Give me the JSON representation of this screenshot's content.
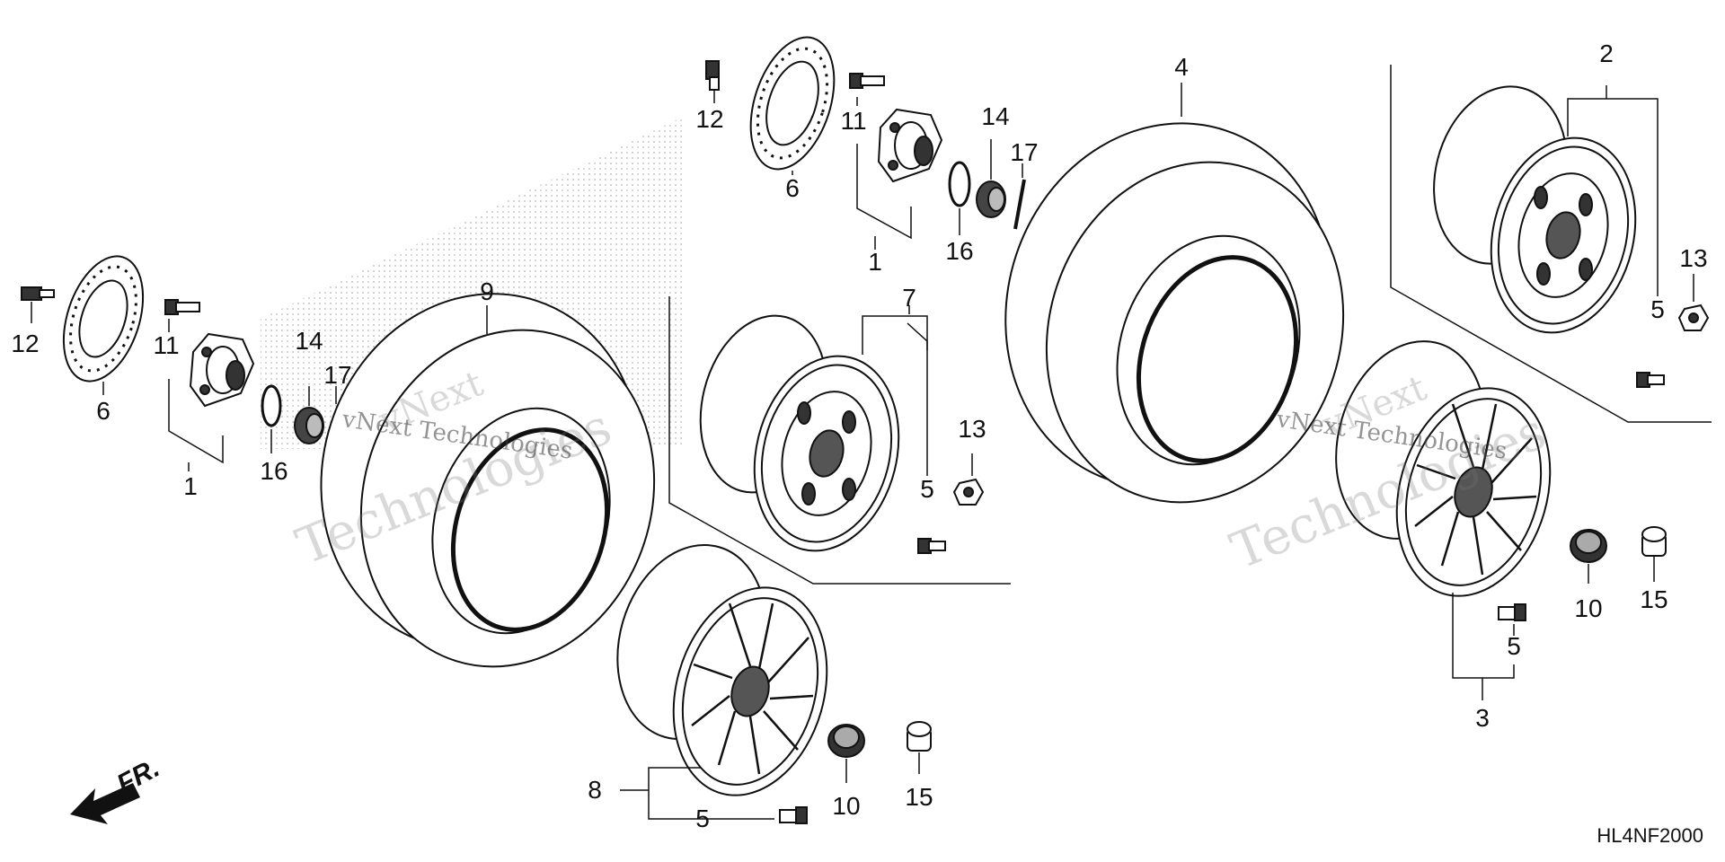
{
  "callouts": {
    "c1a": "1",
    "c1b": "1",
    "c2": "2",
    "c3": "3",
    "c4": "4",
    "c5a": "5",
    "c5b": "5",
    "c5c": "5",
    "c5d": "5",
    "c6a": "6",
    "c6b": "6",
    "c7": "7",
    "c8": "8",
    "c9": "9",
    "c10a": "10",
    "c10b": "10",
    "c11a": "11",
    "c11b": "11",
    "c12a": "12",
    "c12b": "12",
    "c13a": "13",
    "c13b": "13",
    "c14a": "14",
    "c14b": "14",
    "c15a": "15",
    "c15b": "15",
    "c16a": "16",
    "c16b": "16",
    "c17a": "17",
    "c17b": "17"
  },
  "direction_label": "FR.",
  "diagram_code": "HL4NF2000",
  "watermarks": {
    "w1_brand": "vNext",
    "w1_company": "Technologies",
    "w1_small": "vNext Technologies",
    "w2_brand": "vNext",
    "w2_company": "Technologies",
    "w2_small": "vNext Technologies"
  },
  "colors": {
    "line": "#111111",
    "stipple": "#9a9a9a",
    "watermark": "#b8b8b8"
  }
}
